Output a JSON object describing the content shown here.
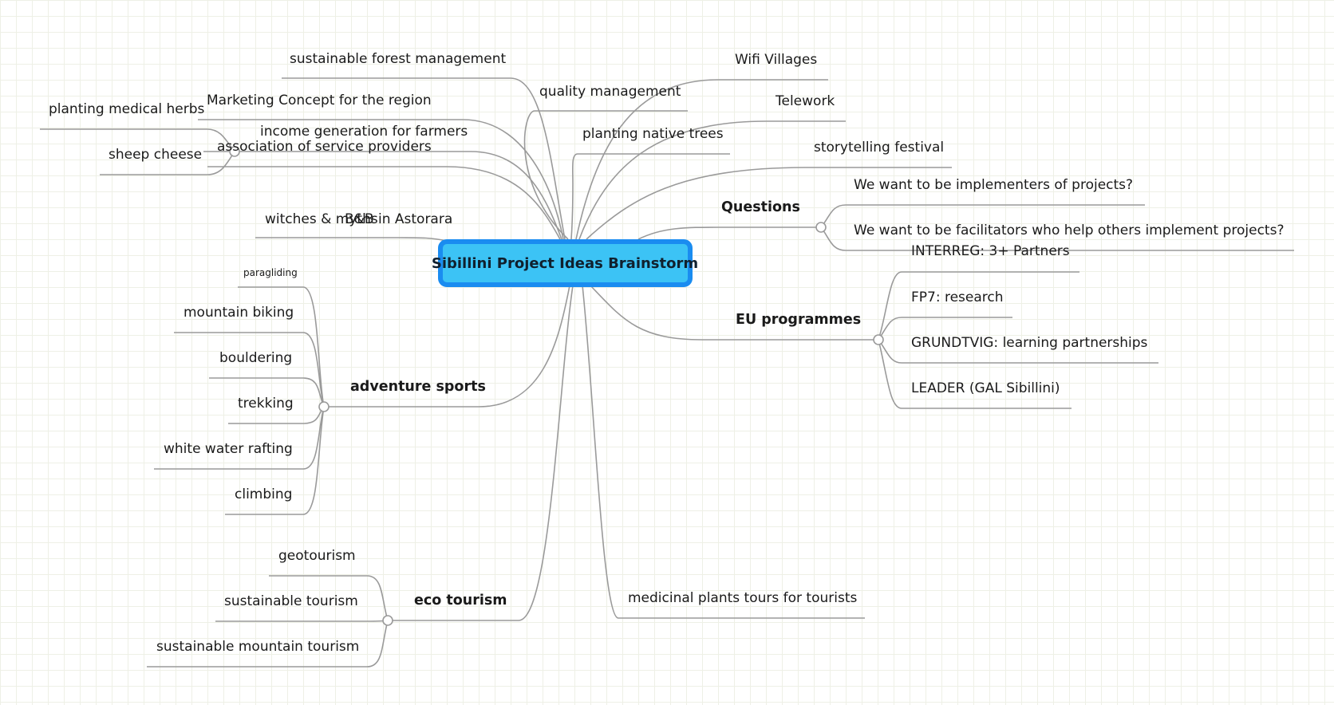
{
  "center": {
    "label": "Sibillini Project Ideas Brainstorm"
  },
  "colors": {
    "center_fill": "#3cc3f5",
    "center_border": "#1a8cf0",
    "connector": "#9a9a9a",
    "grid": "#eef0e6"
  },
  "left_topics": [
    {
      "label": "sustainable forest management"
    },
    {
      "label": "Marketing Concept for the region"
    },
    {
      "label": "income generation for farmers"
    },
    {
      "label": "association of service providers"
    },
    {
      "label": "witches & myths"
    },
    {
      "label": "B&B in Astorara"
    }
  ],
  "farmers_children": [
    {
      "label": "planting medical herbs"
    },
    {
      "label": "sheep cheese"
    }
  ],
  "top_topics": [
    {
      "label": "quality management"
    },
    {
      "label": "planting native trees"
    }
  ],
  "right_topics": [
    {
      "label": "Wifi Villages"
    },
    {
      "label": "Telework"
    },
    {
      "label": "storytelling festival"
    },
    {
      "label": "medicinal plants tours for tourists"
    }
  ],
  "questions": {
    "label": "Questions",
    "children": [
      {
        "label": "We want to be implementers of projects?"
      },
      {
        "label": "We want to be facilitators who help others implement projects?"
      }
    ]
  },
  "eu_programmes": {
    "label": "EU programmes",
    "children": [
      {
        "label": "INTERREG: 3+ Partners"
      },
      {
        "label": "FP7: research"
      },
      {
        "label": "GRUNDTVIG: learning partnerships"
      },
      {
        "label": "LEADER (GAL Sibillini)"
      }
    ]
  },
  "adventure_sports": {
    "label": "adventure sports",
    "children": [
      {
        "label": "paragliding"
      },
      {
        "label": "mountain biking"
      },
      {
        "label": "bouldering"
      },
      {
        "label": "trekking"
      },
      {
        "label": "white water rafting"
      },
      {
        "label": "climbing"
      }
    ]
  },
  "eco_tourism": {
    "label": "eco tourism",
    "children": [
      {
        "label": "geotourism"
      },
      {
        "label": "sustainable tourism"
      },
      {
        "label": "sustainable mountain tourism"
      }
    ]
  }
}
